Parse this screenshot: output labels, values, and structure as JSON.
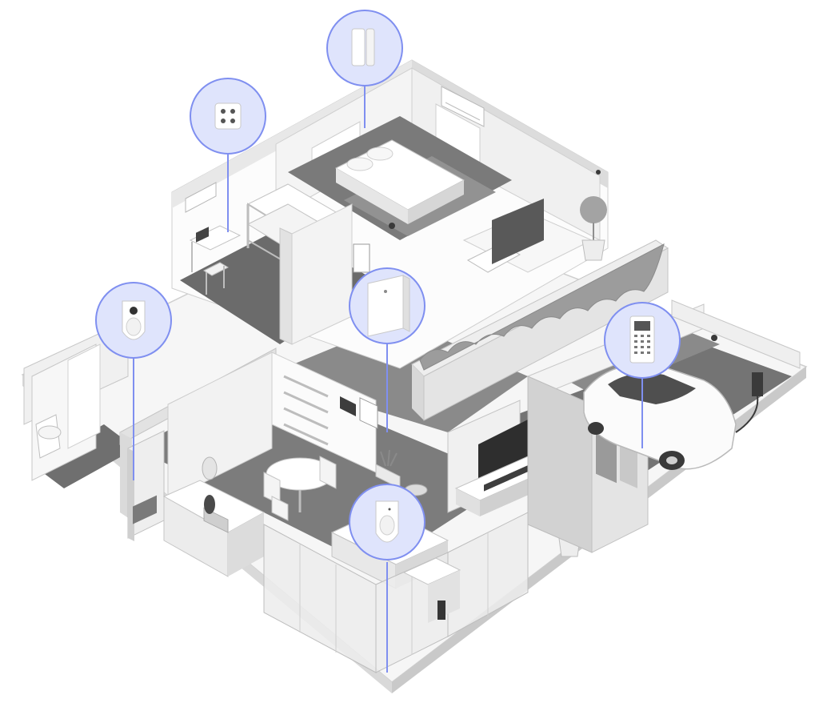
{
  "colors": {
    "background": "#ffffff",
    "floor_dark": "#6f6f6f",
    "floor_mid": "#8a8a8a",
    "floor_light": "#e9e9e9",
    "wall_light": "#f3f3f3",
    "wall_mid": "#dcdcdc",
    "wall_shadow": "#c4c4c4",
    "outline": "#b5b5b5",
    "accent_ring": "#7f8ff0",
    "accent_fill": "#d6dcfb",
    "device_white": "#fafafa",
    "device_dark": "#555555",
    "hedge": "#9c9c9c",
    "glass": "#ececec"
  },
  "hotspots": [
    {
      "id": "door-contact",
      "icon": "door-contact-sensor-icon"
    },
    {
      "id": "button",
      "icon": "smart-button-icon"
    },
    {
      "id": "motion-camera",
      "icon": "motion-camera-detector-icon"
    },
    {
      "id": "hub",
      "icon": "hub-control-panel-icon"
    },
    {
      "id": "keypad",
      "icon": "keypad-icon"
    },
    {
      "id": "motion",
      "icon": "motion-detector-icon"
    }
  ]
}
